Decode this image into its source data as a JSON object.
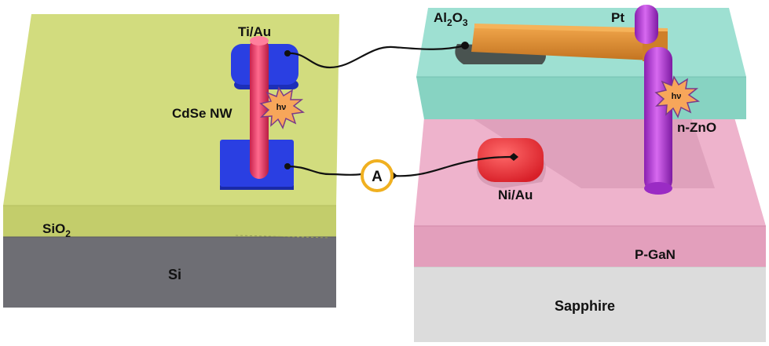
{
  "left_device": {
    "electrode_label": "Ti/Au",
    "nanowire_label": "CdSe NW",
    "photon_label": "hν",
    "oxide_label_base": "SiO",
    "oxide_label_sub": "2",
    "substrate_label": "Si"
  },
  "right_device": {
    "dielectric_label_base": "Al",
    "dielectric_label_sub1": "2",
    "dielectric_label_mid": "O",
    "dielectric_label_sub2": "3",
    "top_contact_label": "Pt",
    "photon_label": "hν",
    "nanowire_label": "n-ZnO",
    "contact_label": "Ni/Au",
    "layer_label": "P-GaN",
    "substrate_label": "Sapphire"
  },
  "circuit": {
    "ammeter_label": "A"
  },
  "colors": {
    "sio2_top": "#cfd97a",
    "sio2_front": "#c2cc6a",
    "si_front": "#6d6d73",
    "electrode_blue": "#2a3fe0",
    "cdse_wire": "#e8406a",
    "zno_wire": "#b33ccf",
    "al2o3": "#8fd8c8",
    "pt_bar": "#d98a2c",
    "pgan": "#e9a9c3",
    "sapphire": "#dcdcdc",
    "niau": "#e8323a",
    "burst": "#f7a65a",
    "ammeter_ring": "#f0b020"
  }
}
